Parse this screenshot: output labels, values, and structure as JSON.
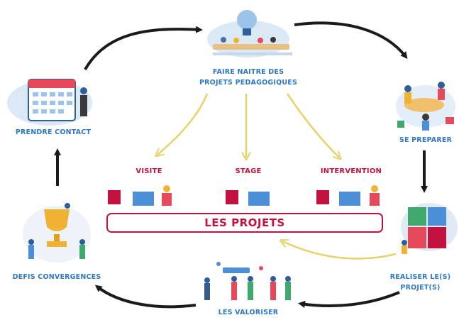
{
  "nodes": {
    "faire_naitre": "FAIRE NAITRE DES\nPROJETS PEDAGOGIQUES",
    "se_preparer": "SE PREPARER",
    "realiser": "REALISER LE(S)\nPROJET(S)",
    "valoriser": "LES VALORISER",
    "defis": "DEFIS CONVERGENCES",
    "prendre_contact": "PRENDRE CONTACT"
  },
  "project_types": {
    "visite": "VISITE",
    "stage": "STAGE",
    "intervention": "INTERVENTION"
  },
  "center_title": "LES PROJETS",
  "colors": {
    "blue_text": "#2f78c4",
    "red_text": "#c4123f",
    "cycle_arrow": "#1a1a1a",
    "yellow_arrow": "#e6d26b"
  }
}
